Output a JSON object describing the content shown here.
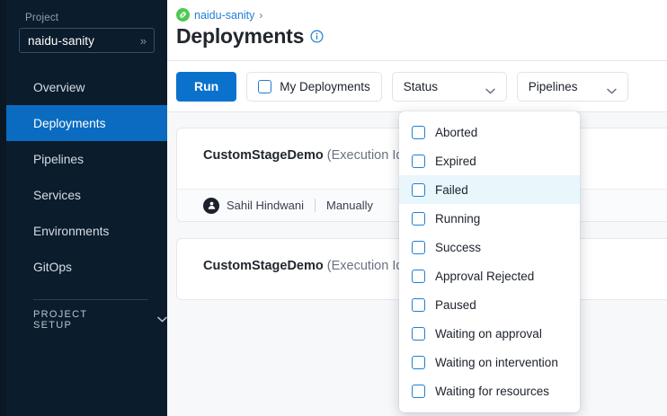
{
  "sidebar": {
    "project_label": "Project",
    "project_value": "naidu-sanity",
    "project_chevron": "»",
    "items": [
      {
        "label": "Overview",
        "active": false
      },
      {
        "label": "Deployments",
        "active": true
      },
      {
        "label": "Pipelines",
        "active": false
      },
      {
        "label": "Services",
        "active": false
      },
      {
        "label": "Environments",
        "active": false
      },
      {
        "label": "GitOps",
        "active": false
      }
    ],
    "setup_label": "PROJECT SETUP",
    "setup_chevron": "⌄"
  },
  "header": {
    "breadcrumb_icon": "project-green-icon",
    "breadcrumb_link": "naidu-sanity",
    "breadcrumb_separator": "›",
    "title": "Deployments",
    "info_icon": "info-icon"
  },
  "toolbar": {
    "run_label": "Run",
    "my_deployments_label": "My Deployments",
    "my_deployments_checked": false,
    "status_label": "Status",
    "pipelines_label": "Pipelines"
  },
  "status_dropdown": {
    "open": true,
    "highlighted": "Failed",
    "options": [
      {
        "label": "Aborted",
        "checked": false
      },
      {
        "label": "Expired",
        "checked": false
      },
      {
        "label": "Failed",
        "checked": false
      },
      {
        "label": "Running",
        "checked": false
      },
      {
        "label": "Success",
        "checked": false
      },
      {
        "label": "Approval Rejected",
        "checked": false
      },
      {
        "label": "Paused",
        "checked": false
      },
      {
        "label": "Waiting on approval",
        "checked": false
      },
      {
        "label": "Waiting on intervention",
        "checked": false
      },
      {
        "label": "Waiting for resources",
        "checked": false
      }
    ]
  },
  "cards": [
    {
      "name": "CustomStageDemo",
      "subtitle": "(Execution Id",
      "user": "Sahil Hindwani",
      "trigger": "Manually",
      "has_footer": true
    },
    {
      "name": "CustomStageDemo",
      "subtitle": "(Execution Id",
      "user": "",
      "trigger": "",
      "has_footer": false
    }
  ],
  "colors": {
    "sidebar_bg": "#0b1c2c",
    "active_nav": "#0a6bc0",
    "primary": "#0a72cc",
    "link": "#1f7fd4",
    "green": "#4dc952",
    "page_bg": "#f7f8fa",
    "hover": "#e9f7fd"
  }
}
